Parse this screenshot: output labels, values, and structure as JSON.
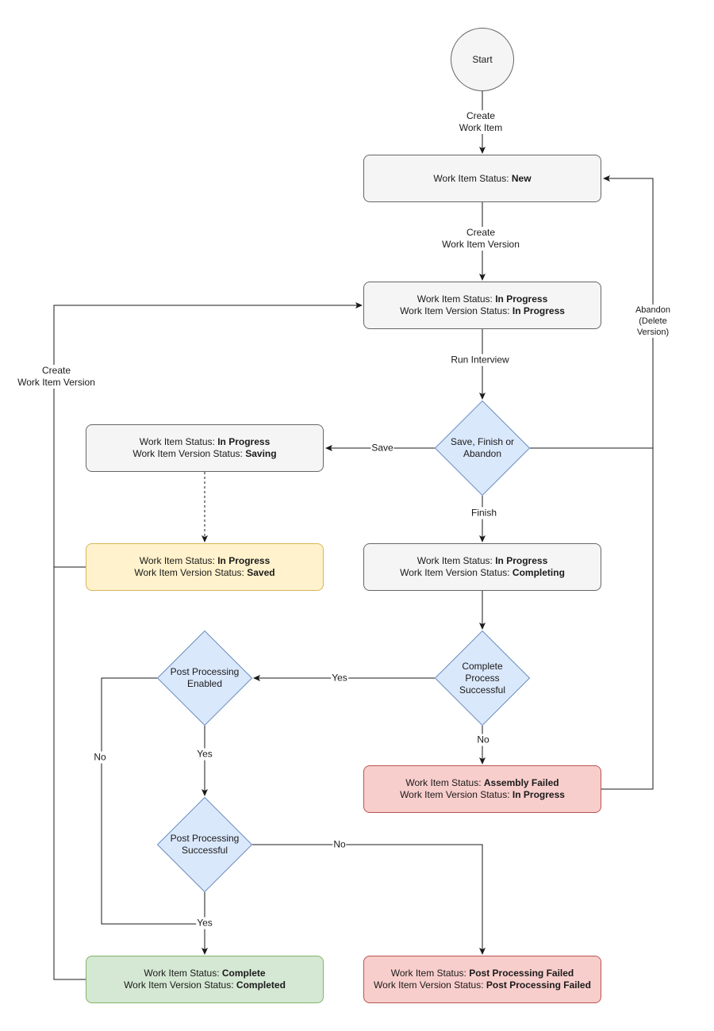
{
  "start": "Start",
  "nodes": {
    "new": {
      "prefix": "Work Item Status: ",
      "status": "New"
    },
    "in_progress": {
      "line1_prefix": "Work Item Status: ",
      "line1_status": "In Progress",
      "line2_prefix": "Work Item Version Status: ",
      "line2_status": "In Progress"
    },
    "saving": {
      "line1_prefix": "Work Item Status: ",
      "line1_status": "In Progress",
      "line2_prefix": "Work Item Version Status: ",
      "line2_status": "Saving"
    },
    "saved": {
      "line1_prefix": "Work Item Status: ",
      "line1_status": "In Progress",
      "line2_prefix": "Work Item Version Status: ",
      "line2_status": "Saved"
    },
    "completing": {
      "line1_prefix": "Work Item Status: ",
      "line1_status": "In Progress",
      "line2_prefix": "Work Item Version Status: ",
      "line2_status": "Completing"
    },
    "assembly_failed": {
      "line1_prefix": "Work Item Status: ",
      "line1_status": "Assembly Failed",
      "line2_prefix": "Work Item Version Status: ",
      "line2_status": "In Progress"
    },
    "complete": {
      "line1_prefix": "Work Item Status: ",
      "line1_status": "Complete",
      "line2_prefix": "Work Item Version Status: ",
      "line2_status": "Completed"
    },
    "pp_failed": {
      "line1_prefix": "Work Item Status: ",
      "line1_status": "Post Processing Failed",
      "line2_prefix": "Work Item Version Status: ",
      "line2_status": "Post Processing Failed"
    }
  },
  "decisions": {
    "save_finish_abandon": "Save, Finish or\nAbandon",
    "complete_process_successful": "Complete\nProcess\nSuccessful",
    "post_processing_enabled": "Post Processing\nEnabled",
    "post_processing_successful": "Post Processing\nSuccessful"
  },
  "edge_labels": {
    "create_work_item": "Create\nWork Item",
    "create_work_item_version": "Create\nWork Item Version",
    "run_interview": "Run Interview",
    "save": "Save",
    "finish": "Finish",
    "abandon": "Abandon\n(Delete Version)",
    "create_work_item_version_left": "Create\nWork Item Version",
    "yes_enabled": "Yes",
    "no_complete": "No",
    "yes_pp": "Yes",
    "no_pp_enabled": "No",
    "no_pp_successful": "No",
    "yes_pp_successful": "Yes"
  },
  "colors": {
    "default_fill": "#f5f5f5",
    "default_stroke": "#666666",
    "decision_fill": "#dae8fc",
    "decision_stroke": "#6c8ebf",
    "saved_fill": "#fff2cc",
    "saved_stroke": "#d6b656",
    "complete_fill": "#d5e8d4",
    "complete_stroke": "#82b366",
    "failed_fill": "#f8cecc",
    "failed_stroke": "#b85450",
    "edge": "#1a1a1a"
  }
}
